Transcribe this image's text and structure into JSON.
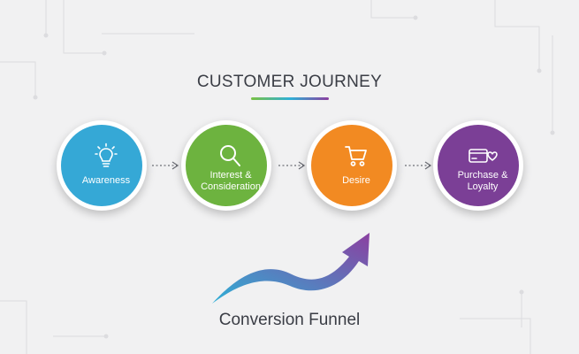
{
  "title": "CUSTOMER JOURNEY",
  "steps": [
    {
      "label": "Awareness",
      "color": "#35a8d6",
      "icon": "lightbulb-icon"
    },
    {
      "label": "Interest & Consideration",
      "color": "#6db33f",
      "icon": "magnifier-icon"
    },
    {
      "label": "Desire",
      "color": "#f28a22",
      "icon": "shopping-cart-icon"
    },
    {
      "label": "Purchase & Loyalty",
      "color": "#7b3f96",
      "icon": "credit-card-heart-icon"
    }
  ],
  "funnel_label": "Conversion Funnel",
  "funnel_gradient": [
    "#2fb0d6",
    "#8b3fa0"
  ]
}
